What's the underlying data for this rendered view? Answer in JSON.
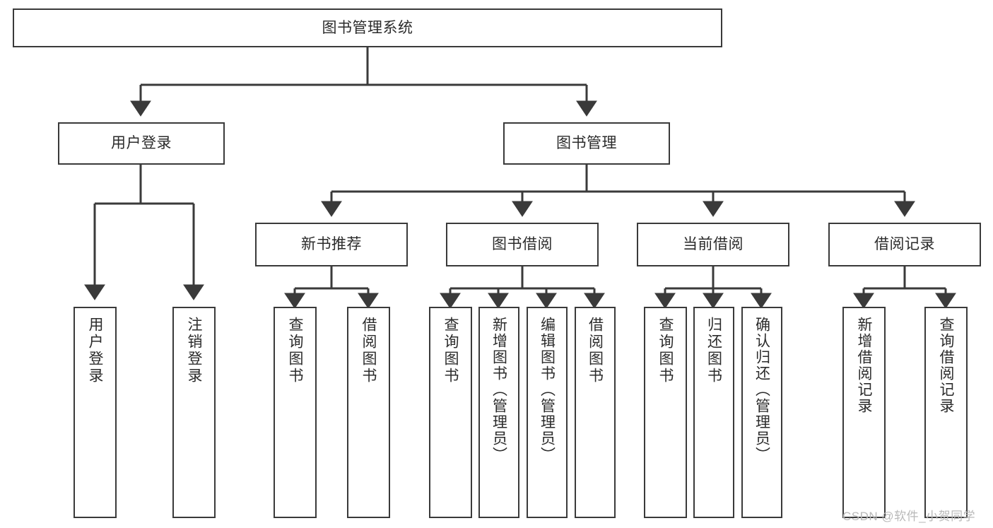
{
  "diagram": {
    "title": "图书管理系统",
    "type": "hierarchy-tree",
    "colors": {
      "box_border": "#3a3a3a",
      "box_fill": "#ffffff",
      "text": "#2b2b2b",
      "connector": "#3a3a3a",
      "watermark": "#b9b9b9",
      "background": "#ffffff"
    },
    "root": {
      "label": "图书管理系统"
    },
    "level2": [
      {
        "label": "用户登录"
      },
      {
        "label": "图书管理"
      }
    ],
    "level3": [
      {
        "label": "新书推荐"
      },
      {
        "label": "图书借阅"
      },
      {
        "label": "当前借阅"
      },
      {
        "label": "借阅记录"
      }
    ],
    "leaves": {
      "user_login": [
        {
          "label": "用户登录"
        },
        {
          "label": "注销登录"
        }
      ],
      "new_book_recommend": [
        {
          "label": "查询图书"
        },
        {
          "label": "借阅图书"
        }
      ],
      "book_borrow": [
        {
          "label": "查询图书"
        },
        {
          "label": "新增图书（管理员）"
        },
        {
          "label": "编辑图书（管理员）"
        },
        {
          "label": "借阅图书"
        }
      ],
      "current_borrow": [
        {
          "label": "查询图书"
        },
        {
          "label": "归还图书"
        },
        {
          "label": "确认归还（管理员）"
        }
      ],
      "borrow_records": [
        {
          "label": "新增借阅记录"
        },
        {
          "label": "查询借阅记录"
        }
      ]
    }
  },
  "watermark": {
    "text": "CSDN @软件_小贺同学"
  }
}
